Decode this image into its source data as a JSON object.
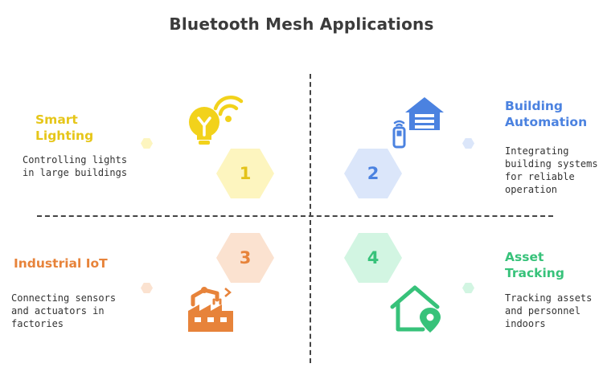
{
  "title": "Bluetooth Mesh Applications",
  "quadrants": [
    {
      "number": "1",
      "heading_lines": [
        "Smart",
        "Lighting"
      ],
      "desc_lines": [
        "Controlling lights",
        "in large buildings"
      ],
      "accent": "#e6c619",
      "hex_fill": "#fdf5bf",
      "hex_text": "#e3c21a",
      "dot_fill": "#fdf5bf",
      "icon": "smart-bulb-wifi-icon"
    },
    {
      "number": "2",
      "heading_lines": [
        "Building",
        "Automation"
      ],
      "desc_lines": [
        "Integrating",
        "building systems",
        "for reliable",
        "operation"
      ],
      "accent": "#4b82e0",
      "hex_fill": "#dbe6fa",
      "hex_text": "#4b82e0",
      "dot_fill": "#dbe6fa",
      "icon": "smart-home-remote-icon"
    },
    {
      "number": "3",
      "heading_lines": [
        "Industrial IoT"
      ],
      "desc_lines": [
        "Connecting sensors",
        "and actuators in",
        "factories"
      ],
      "accent": "#e7833a",
      "hex_fill": "#fbe2d0",
      "hex_text": "#e7833a",
      "dot_fill": "#fbe2d0",
      "icon": "factory-robot-arm-icon"
    },
    {
      "number": "4",
      "heading_lines": [
        "Asset",
        "Tracking"
      ],
      "desc_lines": [
        "Tracking assets",
        "and personnel",
        "indoors"
      ],
      "accent": "#37c27a",
      "hex_fill": "#d2f5e2",
      "hex_text": "#37c27a",
      "dot_fill": "#d2f5e2",
      "icon": "home-location-pin-icon"
    }
  ]
}
